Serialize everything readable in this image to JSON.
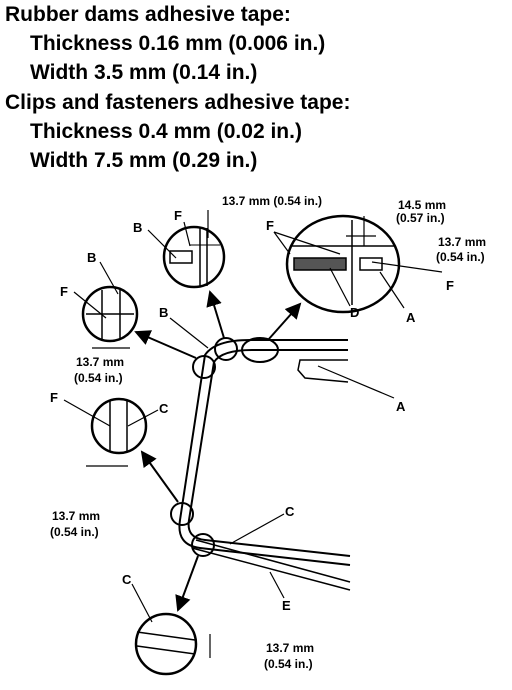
{
  "specs": {
    "rubber_dams_heading": "Rubber dams adhesive tape:",
    "rubber_dams_thickness": "Thickness 0.16 mm (0.006 in.)",
    "rubber_dams_width": "Width 3.5 mm (0.14 in.)",
    "clips_heading": "Clips and fasteners adhesive tape:",
    "clips_thickness": "Thickness 0.4 mm (0.02 in.)",
    "clips_width": "Width 7.5 mm (0.29 in.)"
  },
  "diagram": {
    "labels": {
      "A": "A",
      "B": "B",
      "C": "C",
      "D": "D",
      "E": "E",
      "F": "F"
    },
    "dim_mm": "13.7 mm",
    "dim_in": "(0.54 in.)",
    "dim2_mm": "14.5 mm",
    "dim2_in": "(0.57 in.)",
    "dim_inline": "13.7 mm (0.54 in.)"
  }
}
